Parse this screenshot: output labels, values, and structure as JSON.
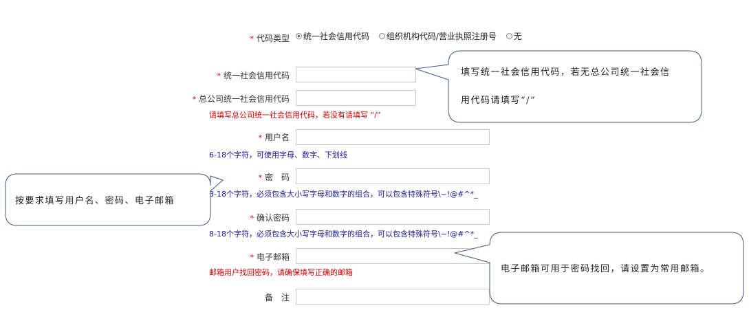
{
  "form": {
    "required_mark": "*",
    "code_type": {
      "label": "代码类型",
      "options": [
        {
          "label": "统一社会信用代码",
          "selected": true
        },
        {
          "label": "组织机构代码/营业执照注册号",
          "selected": false
        },
        {
          "label": "无",
          "selected": false
        }
      ]
    },
    "credit_code": {
      "label": "统一社会信用代码",
      "value": ""
    },
    "hq_credit_code": {
      "label": "总公司统一社会信用代码",
      "value": "",
      "hint": "请填写总公司统一社会信用代码，若没有请填写 “/”"
    },
    "username": {
      "label": "用户名",
      "value": "",
      "hint": "6-18个字符，可使用字母、数字、下划线"
    },
    "password": {
      "label": "密　码",
      "value": "",
      "hint": "8-18个字符，必须包含大小写字母和数字的组合，可以包含特殊符号\\~!@#^*_"
    },
    "confirm_password": {
      "label": "确认密码",
      "value": "",
      "hint": "8-18个字符，必须包含大小写字母和数字的组合，可以包含特殊符号\\~!@#^*_"
    },
    "email": {
      "label": "电子邮箱",
      "value": "",
      "hint": "邮箱用户找回密码，请确保填写正确的邮箱"
    },
    "remark": {
      "label": "备　注",
      "value": ""
    }
  },
  "callouts": {
    "credit_code_note": {
      "line1": "填写统一社会信用代码，若无总公司统一社会信",
      "line2": "用代码请填写“/”"
    },
    "account_note": {
      "text": "按要求填写用户名、密码、电子邮箱"
    },
    "email_note": {
      "text": "电子邮箱可用于密码找回，请设置为常用邮箱。"
    }
  },
  "colors": {
    "required": "#d40000",
    "hint_red": "#d00000",
    "hint_blue": "#1a1a9a",
    "callout_border": "#3b5a8a"
  }
}
